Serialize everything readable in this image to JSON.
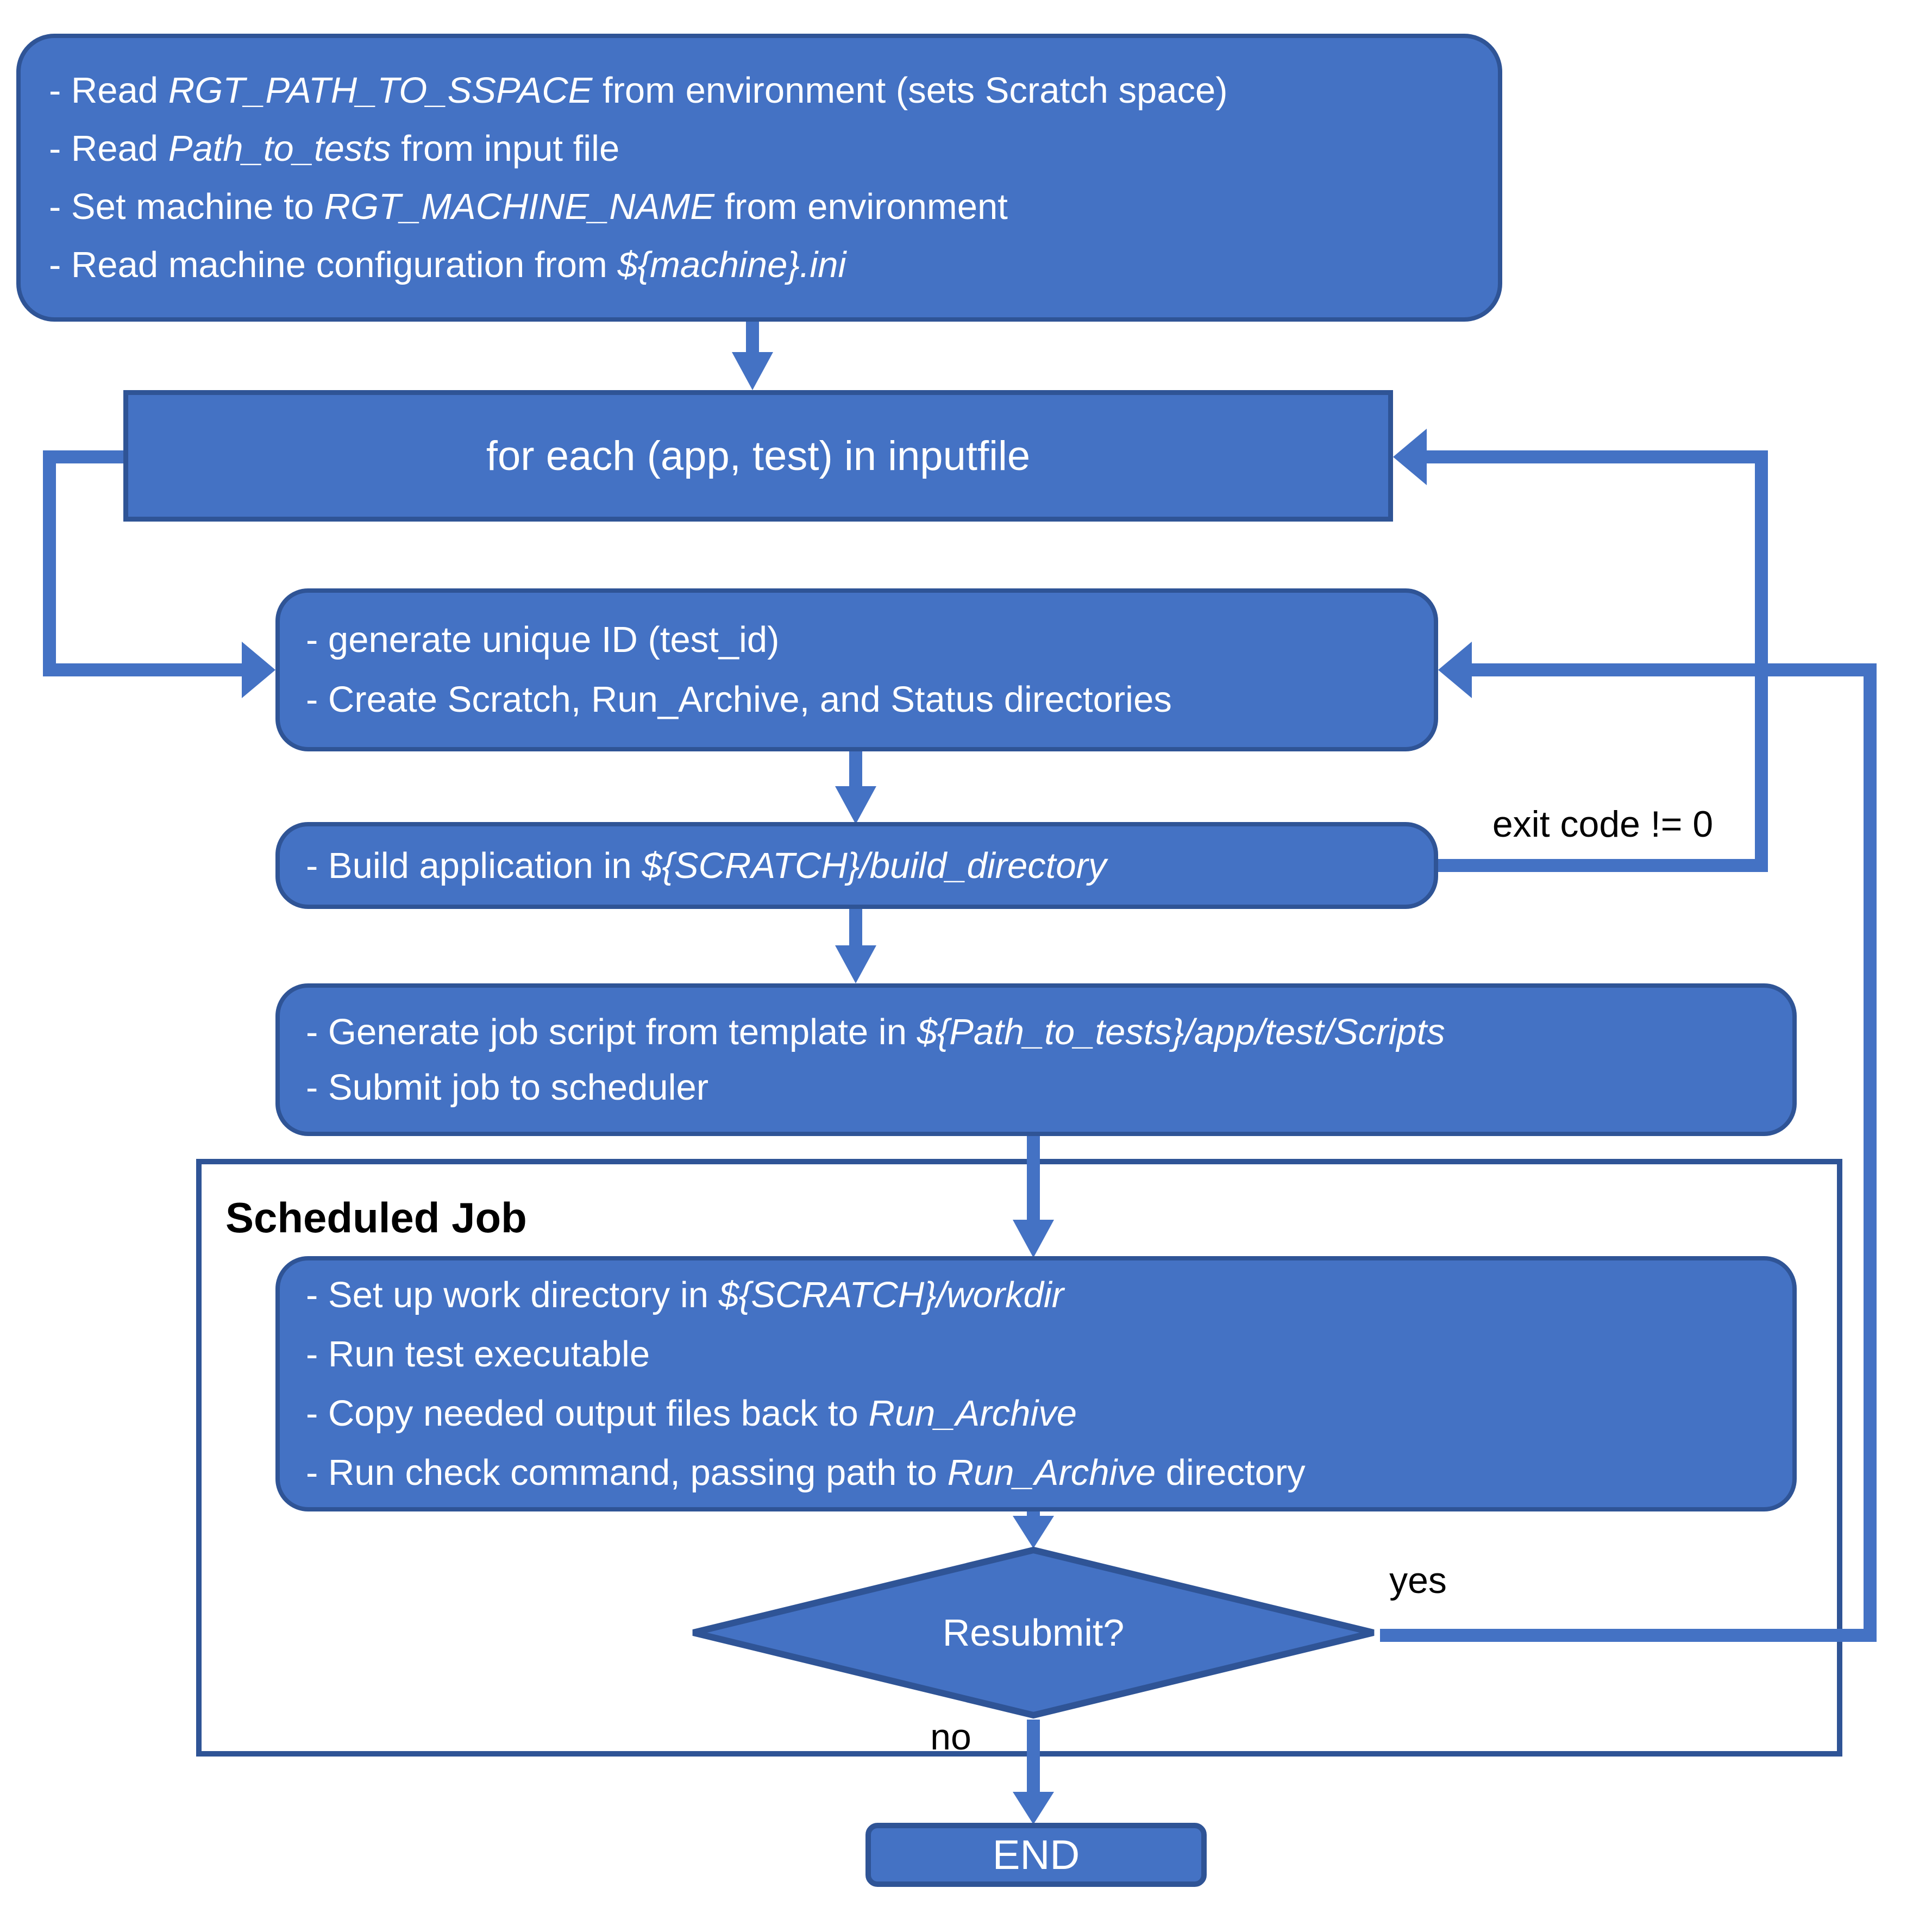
{
  "colors": {
    "box_fill": "#4472C4",
    "box_border": "#2F5496",
    "connector": "#4472C4",
    "container_border": "#2F5496",
    "text_white": "#FFFFFF",
    "text_black": "#000000"
  },
  "nodes": {
    "init": {
      "lines": [
        [
          {
            "t": "- Read ",
            "i": false
          },
          {
            "t": "RGT_PATH_TO_SSPACE",
            "i": true
          },
          {
            "t": " from environment (sets Scratch space)",
            "i": false
          }
        ],
        [
          {
            "t": "- Read ",
            "i": false
          },
          {
            "t": "Path_to_tests",
            "i": true
          },
          {
            "t": " from input file",
            "i": false
          }
        ],
        [
          {
            "t": "- Set machine to ",
            "i": false
          },
          {
            "t": "RGT_MACHINE_NAME",
            "i": true
          },
          {
            "t": " from environment",
            "i": false
          }
        ],
        [
          {
            "t": "- Read machine configuration from ",
            "i": false
          },
          {
            "t": "${machine}.ini",
            "i": true
          }
        ]
      ]
    },
    "foreach": {
      "label": "for each (app, test) in inputfile"
    },
    "generate": {
      "lines": [
        [
          {
            "t": "- generate unique ID (test_id)",
            "i": false
          }
        ],
        [
          {
            "t": "- Create Scratch, Run_Archive, and Status directories",
            "i": false
          }
        ]
      ]
    },
    "build": {
      "lines": [
        [
          {
            "t": "- Build application in ",
            "i": false
          },
          {
            "t": "${SCRATCH}/build_directory",
            "i": true
          }
        ]
      ]
    },
    "jobscript": {
      "lines": [
        [
          {
            "t": "- Generate job script from template in ",
            "i": false
          },
          {
            "t": "${Path_to_tests}/app/test/Scripts",
            "i": true
          }
        ],
        [
          {
            "t": "- Submit job to scheduler",
            "i": false
          }
        ]
      ]
    },
    "container": {
      "label": "Scheduled Job"
    },
    "scheduled": {
      "lines": [
        [
          {
            "t": "- Set up work directory in ",
            "i": false
          },
          {
            "t": "${SCRATCH}/workdir",
            "i": true
          }
        ],
        [
          {
            "t": "- Run test executable",
            "i": false
          }
        ],
        [
          {
            "t": "- Copy needed output files back to ",
            "i": false
          },
          {
            "t": "Run_Archive",
            "i": true
          }
        ],
        [
          {
            "t": "- Run check command, passing path to ",
            "i": false
          },
          {
            "t": "Run_Archive",
            "i": true
          },
          {
            "t": " directory",
            "i": false
          }
        ]
      ]
    },
    "decision": {
      "label": "Resubmit?"
    },
    "end": {
      "label": "END"
    }
  },
  "edge_labels": {
    "exit_code": "exit code != 0",
    "yes": "yes",
    "no": "no"
  }
}
